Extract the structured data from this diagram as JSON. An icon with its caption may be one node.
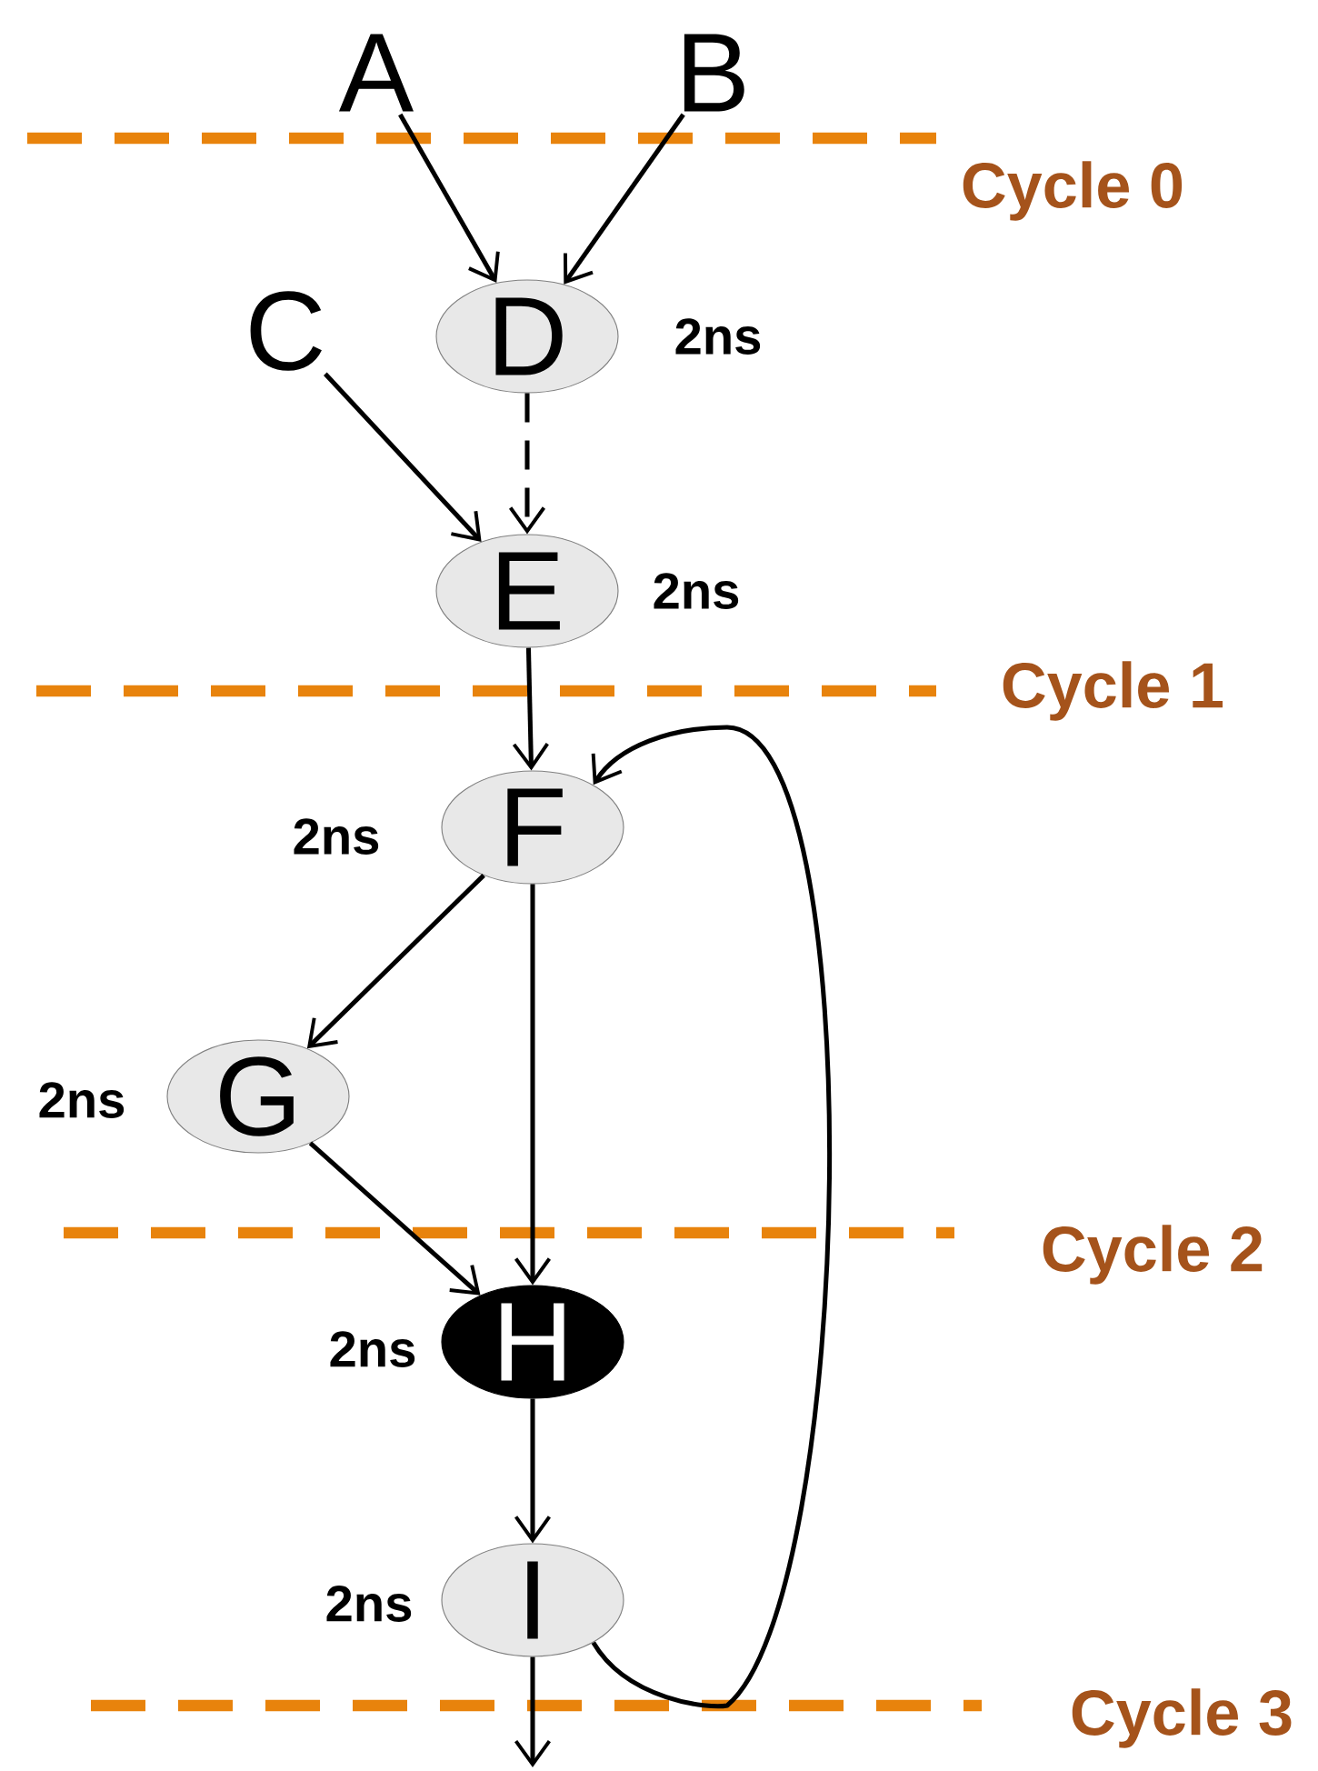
{
  "diagram": {
    "nodes": [
      {
        "text": [
          "A"
        ]
      },
      {
        "text": [
          "B"
        ]
      },
      {
        "text": [
          "C"
        ]
      },
      {
        "text": [
          "D"
        ],
        "beside": [
          "2ns"
        ]
      },
      {
        "text": [
          "E"
        ],
        "beside": [
          "2ns"
        ]
      },
      {
        "text": [
          "F"
        ],
        "beside": [
          "2ns"
        ]
      },
      {
        "text": [
          "G"
        ],
        "beside": [
          "2ns"
        ]
      },
      {
        "text": [
          "H"
        ],
        "beside": [
          "2ns"
        ]
      },
      {
        "text": [
          "I"
        ],
        "beside": [
          "2ns"
        ]
      }
    ],
    "edges": [
      {
        "from": 0,
        "to": 3,
        "arrow": "to"
      },
      {
        "from": 1,
        "to": 3,
        "arrow": "to"
      },
      {
        "from": 2,
        "to": 4,
        "arrow": "to"
      },
      {
        "from": 3,
        "to": 4,
        "arrow": "to",
        "style": "dashed"
      },
      {
        "from": 4,
        "to": 5,
        "arrow": "to"
      },
      {
        "from": 5,
        "to": 6,
        "arrow": "to"
      },
      {
        "from": 5,
        "to": 7,
        "arrow": "to"
      },
      {
        "from": 6,
        "to": 7,
        "arrow": "to"
      },
      {
        "from": 7,
        "to": 8,
        "arrow": "to"
      },
      {
        "from": 8,
        "to": 5,
        "arrow": "to"
      },
      {
        "from": 8,
        "to": null,
        "arrow": "to"
      }
    ],
    "labels": [
      "Cycle 0",
      "Cycle 1",
      "Cycle 2",
      "Cycle 3"
    ]
  }
}
